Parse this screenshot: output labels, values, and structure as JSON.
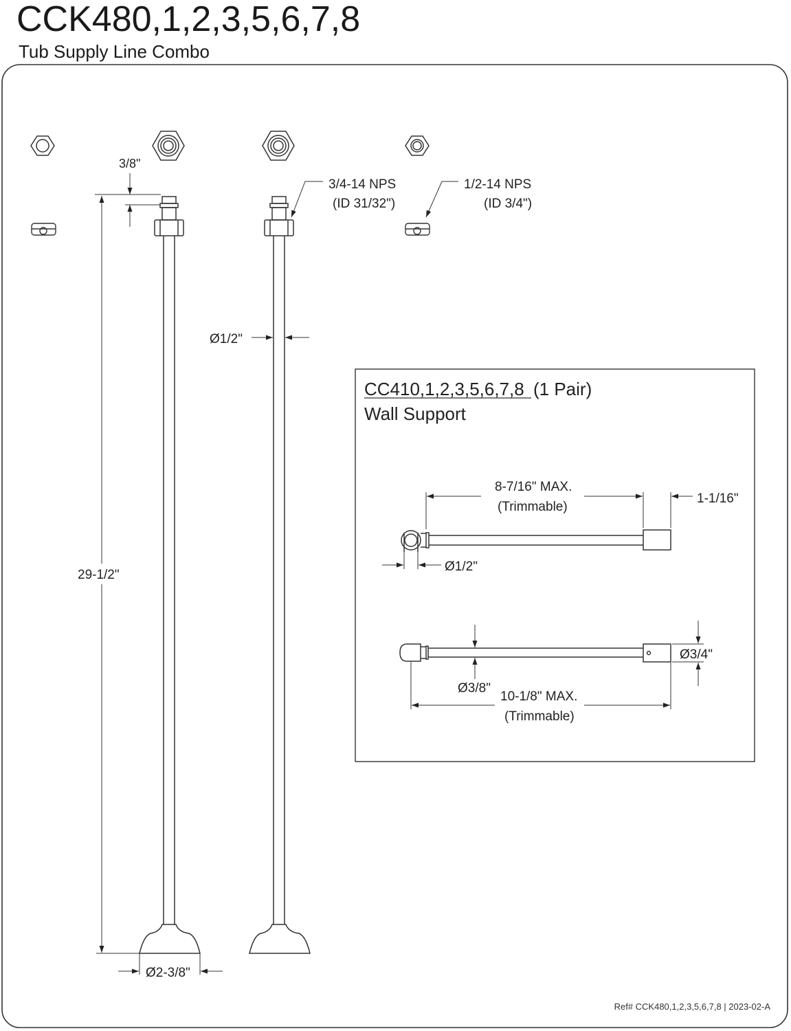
{
  "header": {
    "title": "CCK480,1,2,3,5,6,7,8",
    "subtitle": "Tub Supply Line Combo"
  },
  "dimensions": {
    "top_height": "3/8\"",
    "thread_large": "3/4-14 NPS",
    "thread_large_id": "(ID 31/32\")",
    "thread_small": "1/2-14 NPS",
    "thread_small_id": "(ID 3/4\")",
    "pipe_diameter": "Ø1/2\"",
    "overall_height": "29-1/2\"",
    "base_diameter": "Ø2-3/8\""
  },
  "inset": {
    "part_number": "CC410,1,2,3,5,6,7,8",
    "qty": "(1 Pair)",
    "name": "Wall Support",
    "len1": "8-7/16\" MAX.",
    "len1_note": "(Trimmable)",
    "end_len": "1-1/16\"",
    "ring_dia": "Ø1/2\"",
    "tip_dia": "Ø3/4\"",
    "rod_dia": "Ø3/8\"",
    "len2": "10-1/8\" MAX.",
    "len2_note": "(Trimmable)"
  },
  "footer": {
    "ref": "Ref# CCK480,1,2,3,5,6,7,8 | 2023-02-A"
  }
}
